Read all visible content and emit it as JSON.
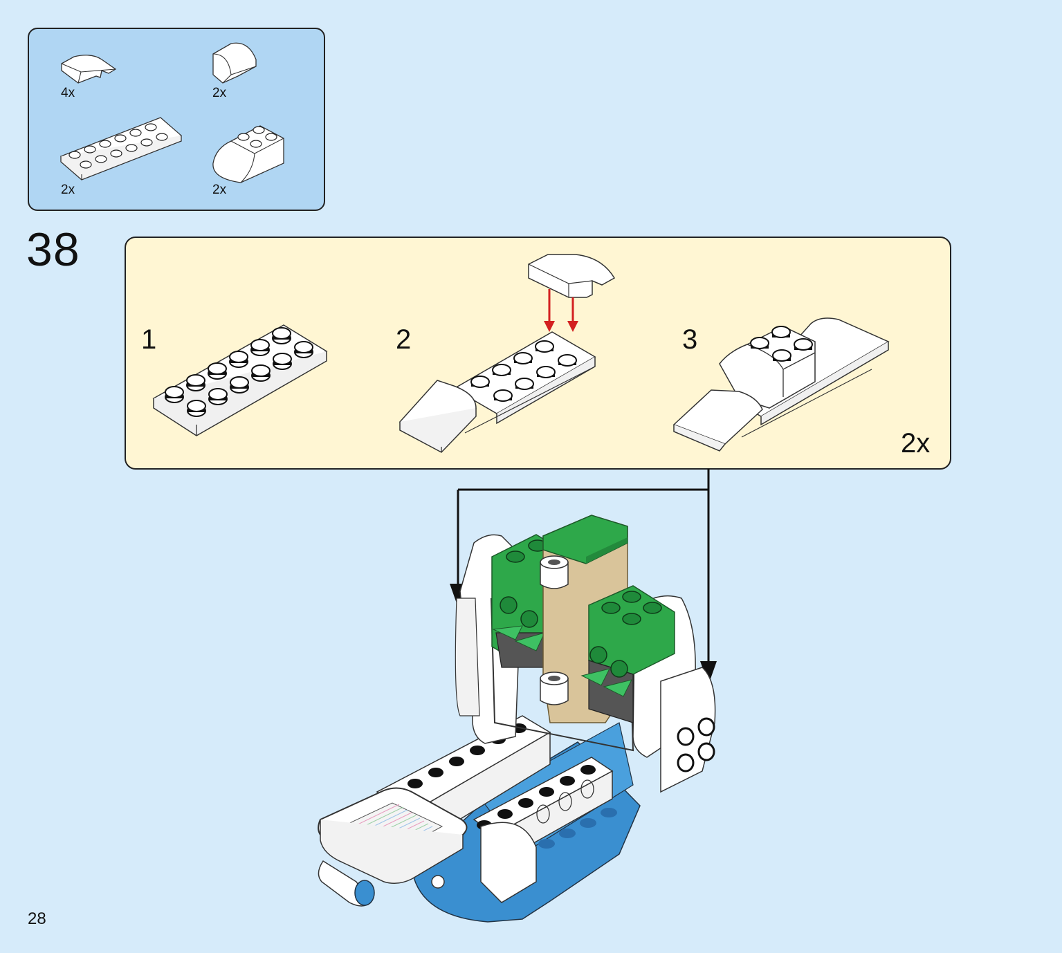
{
  "parts_list": {
    "items": [
      {
        "name": "curved-slope-1x2",
        "quantity": "4x",
        "color": "#ffffff"
      },
      {
        "name": "curved-slope-1x1",
        "quantity": "2x",
        "color": "#ffffff"
      },
      {
        "name": "plate-2x6",
        "quantity": "2x",
        "color": "#ffffff"
      },
      {
        "name": "curved-brick-2x2",
        "quantity": "2x",
        "color": "#ffffff"
      }
    ]
  },
  "step": {
    "number": "38",
    "substeps": [
      {
        "label": "1"
      },
      {
        "label": "2"
      },
      {
        "label": "3"
      }
    ],
    "multiplier": "2x",
    "arrow_color": "#d32020"
  },
  "page": {
    "number": "28"
  },
  "colors": {
    "background": "#d6ebfa",
    "parts_panel": "#b0d6f3",
    "substep_panel": "#fff6d3",
    "green": "#2ea84a",
    "tan": "#d9c49a",
    "blue": "#3a8fd0"
  }
}
